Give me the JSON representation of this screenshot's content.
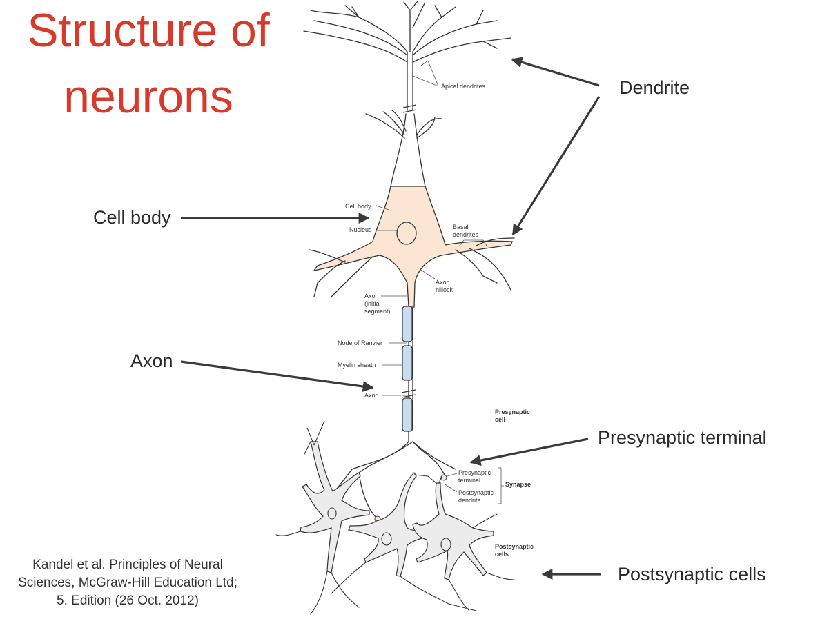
{
  "title": {
    "line1": "Structure of",
    "line2": "neurons"
  },
  "labels": {
    "dendrite": "Dendrite",
    "cell_body": "Cell body",
    "axon": "Axon",
    "presynaptic_terminal": "Presynaptic terminal",
    "postsynaptic_cells": "Postsynaptic cells"
  },
  "annotations": {
    "apical_dendrites": "Apical dendrites",
    "cell_body": "Cell body",
    "nucleus": "Nucleus",
    "basal_1": "Basal",
    "basal_2": "dendrites",
    "axon_hillock_1": "Axon",
    "axon_hillock_2": "hillock",
    "axon_initial_1": "Axon",
    "axon_initial_2": "(initial",
    "axon_initial_3": "segment)",
    "node_of_ranvier": "Node of Ranvier",
    "myelin_sheath": "Myelin sheath",
    "axon": "Axon",
    "presynaptic_cell_1": "Presynaptic",
    "presynaptic_cell_2": "cell",
    "presyn_terminal_1": "Presynaptic",
    "presyn_terminal_2": "terminal",
    "postsyn_dendrite_1": "Postsynaptic",
    "postsyn_dendrite_2": "dendrite",
    "synapse": "Synapse",
    "postsynaptic_cells_1": "Postsynaptic",
    "postsynaptic_cells_2": "cells"
  },
  "citation": {
    "line1": "Kandel et al. Principles of Neural",
    "line2": "Sciences, McGraw-Hill Education Ltd;",
    "line3": "5. Edition (26 Oct. 2012)"
  },
  "colors": {
    "title": "#d73a2b",
    "cell_fill": "#fbe6d4",
    "myelin_fill": "#c7dcef",
    "postsynaptic_fill": "#ececec",
    "arrow": "#3a3a3a"
  }
}
